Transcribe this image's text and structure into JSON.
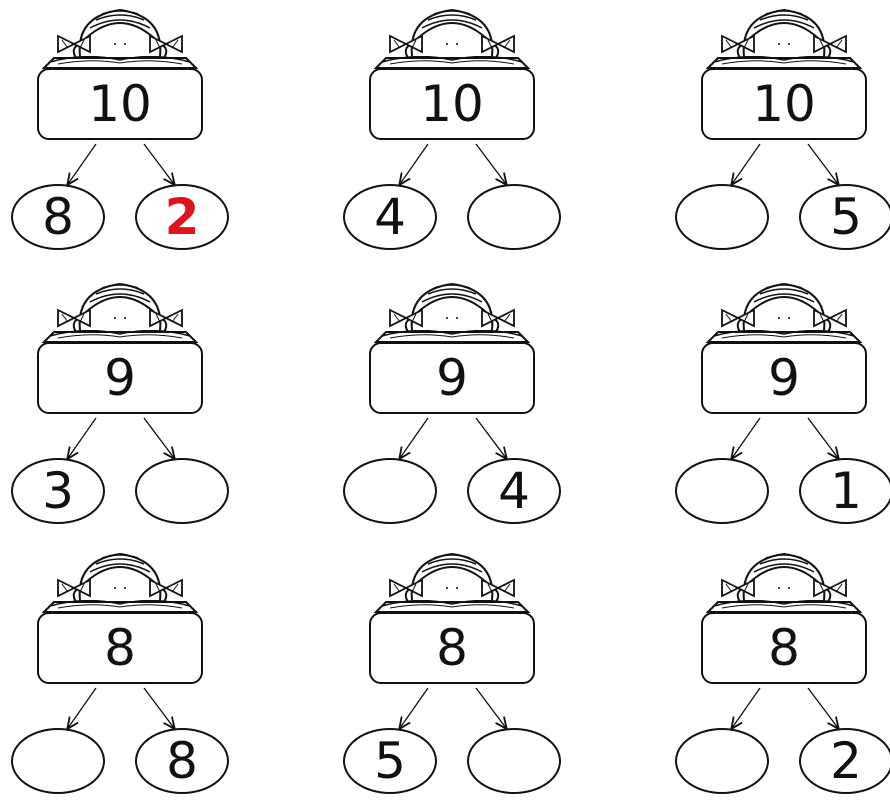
{
  "problems": [
    {
      "whole": "10",
      "left": "8",
      "right": "2",
      "right_answer": true
    },
    {
      "whole": "10",
      "left": "4",
      "right": ""
    },
    {
      "whole": "10",
      "left": "",
      "right": "5"
    },
    {
      "whole": "9",
      "left": "3",
      "right": ""
    },
    {
      "whole": "9",
      "left": "",
      "right": "4"
    },
    {
      "whole": "9",
      "left": "",
      "right": "1"
    },
    {
      "whole": "8",
      "left": "",
      "right": "8"
    },
    {
      "whole": "8",
      "left": "5",
      "right": ""
    },
    {
      "whole": "8",
      "left": "",
      "right": "2"
    }
  ],
  "colors": {
    "ink": "#111111",
    "answer": "#e0121b"
  },
  "decoration_icon": "girl-reading-book-icon"
}
